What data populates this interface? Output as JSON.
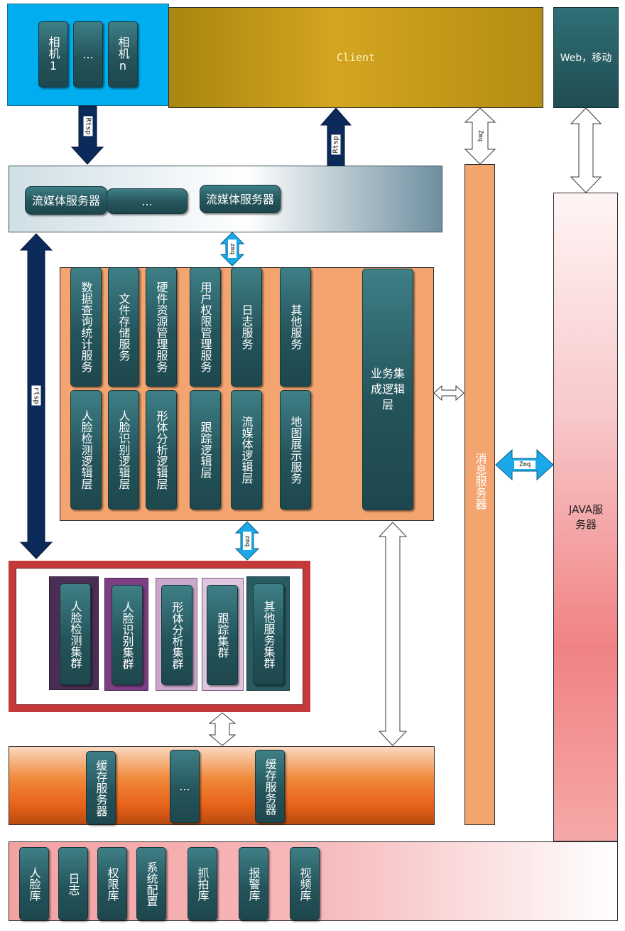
{
  "cameras": [
    "相机1",
    "...",
    "相机n"
  ],
  "client": "Client",
  "web_mobile": "Web，移动",
  "streaming": [
    "流媒体服务器",
    "...",
    "流媒体服务器"
  ],
  "services_top": [
    "数据查询统计服务",
    "文件存储服务",
    "硬件资源管理服务",
    "用户权限管理服务",
    "日志服务",
    "其他服务"
  ],
  "services_bottom": [
    "人脸检测逻辑层",
    "人脸识别逻辑层",
    "形体分析逻辑层",
    "跟踪逻辑层",
    "流媒体逻辑层",
    "地图展示服务"
  ],
  "business": "业务集成逻辑层",
  "clusters": [
    "人脸检测集群",
    "人脸识别集群",
    "形体分析集群",
    "跟踪集群",
    "其他服务集群"
  ],
  "cache": [
    "缓存服务器",
    "...",
    "缓存服务器"
  ],
  "databases": [
    "人脸库",
    "日志",
    "权限库",
    "系统配置",
    "抓拍库",
    "报警库",
    "视频库"
  ],
  "message_server": "消息服务器",
  "java_server": "JAVA服务器",
  "arrow_labels": {
    "rtsp_down": "Rtsp",
    "rtsp_up": "Rtsp",
    "rtsp_left": "rtsp",
    "zmq_client": "Zmq",
    "zmq_stream": "zmq",
    "zmq_cluster": "zmq",
    "zmq_java": "Zmq"
  },
  "colors": {
    "camera_panel": "#00aeef",
    "client_gold": "#d4a520",
    "box_teal": "#24545b",
    "services_panel": "#f3a46f",
    "cache_orange": "#e8631a",
    "java_pink": "#f08080",
    "arrow_navy": "#0b2a5a",
    "arrow_sky": "#1aa8e8"
  }
}
